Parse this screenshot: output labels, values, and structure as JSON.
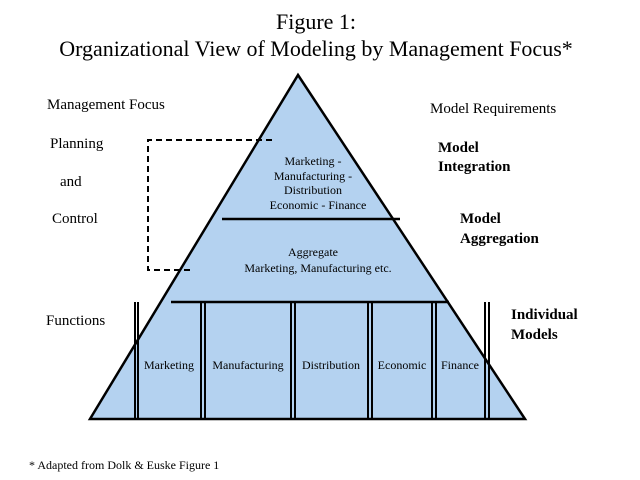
{
  "title": {
    "line1": "Figure 1:",
    "line2": "Organizational View of Modeling by Management Focus*"
  },
  "left_column": {
    "heading": "Management Focus",
    "planning": "Planning",
    "and": "and",
    "control": "Control",
    "functions": "Functions"
  },
  "right_column": {
    "heading": "Model Requirements",
    "integration": {
      "line1": "Model",
      "line2": "Integration"
    },
    "aggregation": {
      "line1": "Model",
      "line2": "Aggregation"
    },
    "individual": {
      "line1": "Individual",
      "line2": "Models"
    }
  },
  "pyramid": {
    "fill_color": "#b4d2f0",
    "top_tier": {
      "line1": "Marketing -",
      "line2": "Manufacturing -",
      "line3": "Distribution",
      "line4": "Economic - Finance"
    },
    "middle_tier": {
      "line1": "Aggregate",
      "line2": "Marketing, Manufacturing etc."
    },
    "bottom_tier": {
      "functions": [
        "Marketing",
        "Manufacturing",
        "Distribution",
        "Economic",
        "Finance"
      ]
    }
  },
  "footnote": "* Adapted from Dolk & Euske Figure 1"
}
